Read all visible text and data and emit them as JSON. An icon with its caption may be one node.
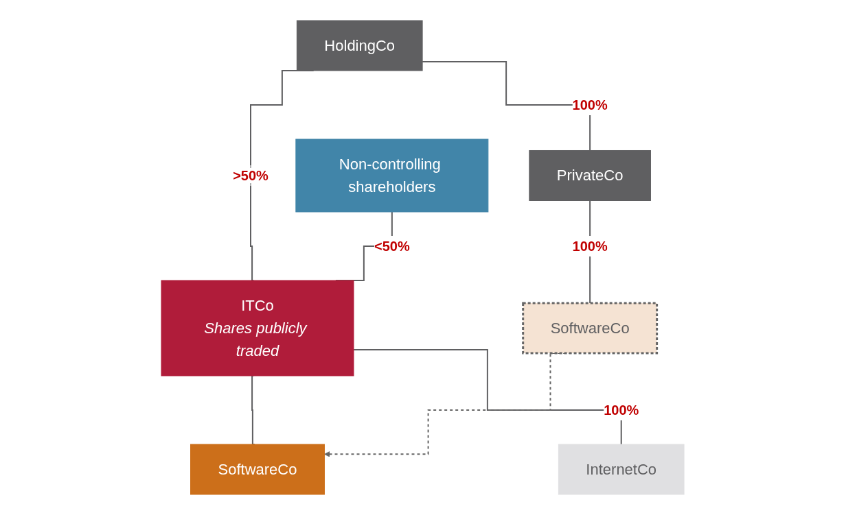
{
  "diagram": {
    "nodes": [
      {
        "text": [
          "HoldingCo"
        ]
      },
      {
        "text": [
          "Non-controlling shareholders"
        ]
      },
      {
        "text": [
          "PrivateCo"
        ]
      },
      {
        "text": [
          "ITCo",
          "Shares publicly traded"
        ]
      },
      {
        "text": [
          "SoftwareCo"
        ]
      },
      {
        "text": [
          "InternetCo"
        ]
      },
      {
        "text": [
          "SoftwareCo"
        ]
      }
    ],
    "edges": [
      {
        "from": 0,
        "to": 2,
        "arrow": "none",
        "label": "100%"
      },
      {
        "from": 0,
        "to": 3,
        "arrow": "none",
        "label": ">50%"
      },
      {
        "from": 1,
        "to": 3,
        "arrow": "none",
        "label": "<50%"
      },
      {
        "from": 2,
        "to": 4,
        "arrow": "none",
        "label": "100%"
      },
      {
        "from": 3,
        "to": 5,
        "arrow": "none",
        "label": "100%"
      },
      {
        "from": 3,
        "to": 6,
        "arrow": "none"
      },
      {
        "from": 4,
        "to": 6,
        "arrow": "to",
        "style": "dashed",
        "color": "#666666"
      }
    ]
  }
}
